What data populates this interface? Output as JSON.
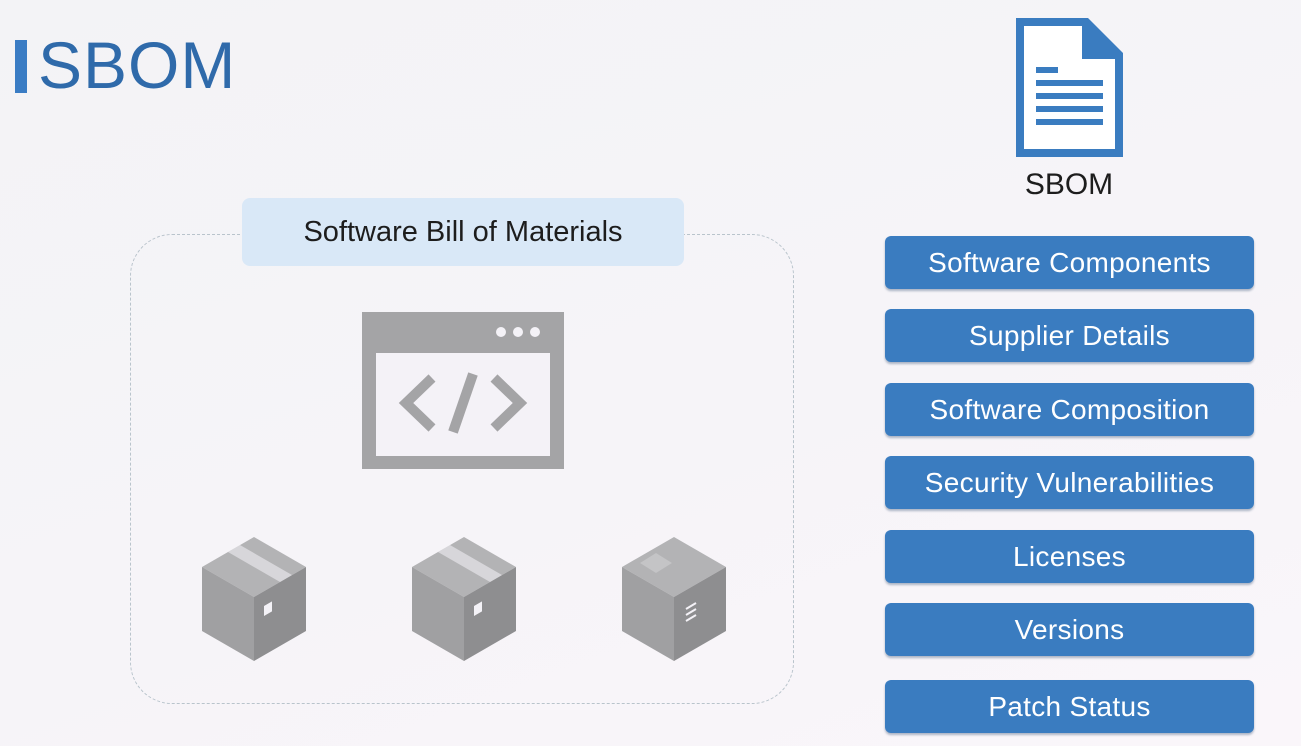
{
  "title": "SBOM",
  "diagram": {
    "heading": "Software Bill of Materials"
  },
  "document": {
    "label": "SBOM"
  },
  "attributes": [
    "Software Components",
    "Supplier Details",
    "Software Composition",
    "Security Vulnerabilities",
    "Licenses",
    "Versions",
    "Patch Status"
  ],
  "colors": {
    "accent": "#3a7cc0",
    "title": "#2f6aaa",
    "heading_bg": "#d9e8f7",
    "icon_gray": "#a4a4a6"
  },
  "icons": [
    "browser-code-icon",
    "package-icon",
    "package-icon",
    "package-icon",
    "document-icon"
  ]
}
